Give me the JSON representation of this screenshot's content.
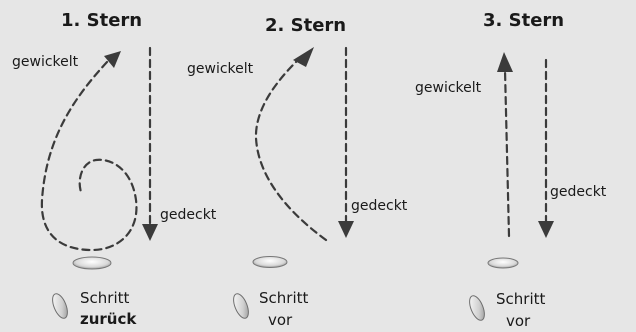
{
  "columns": [
    {
      "title": "1. Stern",
      "label_wound": "gewickelt",
      "label_covered": "gedeckt",
      "button_line1": "Schritt",
      "button_line2": "zurück"
    },
    {
      "title": "2. Stern",
      "label_wound": "gewickelt",
      "label_covered": "gedeckt",
      "button_line1": "Schritt",
      "button_line2": "vor"
    },
    {
      "title": "3. Stern",
      "label_wound": "gewickelt",
      "label_covered": "gedeckt",
      "button_line1": "Schritt",
      "button_line2": "vor"
    }
  ],
  "colors": {
    "background": "#e6e6e6",
    "line": "#3b3b3b"
  }
}
